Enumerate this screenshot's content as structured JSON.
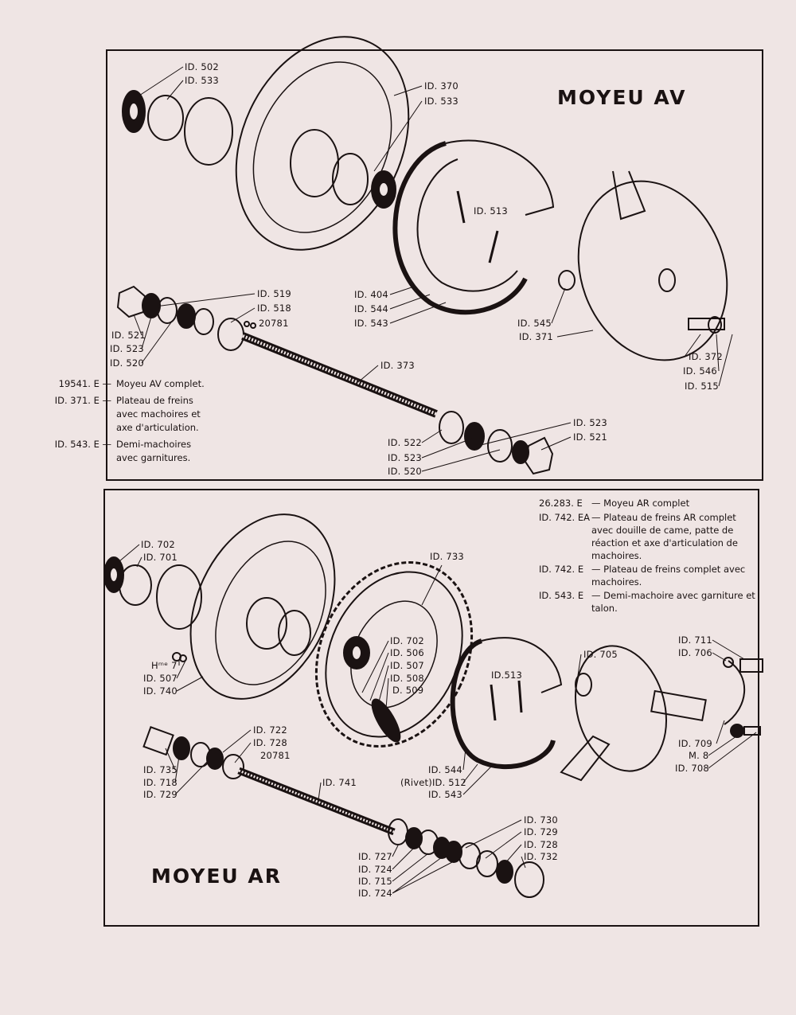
{
  "top": {
    "title": "MOYEU  AV",
    "labels": [
      "ID. 502",
      "ID. 533",
      "ID. 370",
      "ID. 533",
      "ID. 513",
      "ID. 519",
      "ID. 518",
      "20781",
      "ID. 521",
      "ID. 523",
      "ID. 520",
      "ID. 404",
      "ID. 544",
      "ID. 543",
      "ID. 545",
      "ID. 371",
      "ID. 372",
      "ID. 546",
      "ID. 515",
      "ID. 373",
      "ID. 523",
      "ID. 521",
      "ID. 522",
      "ID. 523",
      "ID. 520"
    ],
    "notes": [
      {
        "code": "19541. E —",
        "text": "Moyeu AV complet."
      },
      {
        "code": "ID. 371. E —",
        "text": "Plateau de freins avec machoires et axe d'articulation."
      },
      {
        "code": "ID. 543. E —",
        "text": "Demi-machoires avec garnitures."
      }
    ]
  },
  "bottom": {
    "title": "MOYEU  AR",
    "labels": [
      "ID. 702",
      "ID. 701",
      "ID. 733",
      "ID. 702",
      "ID. 506",
      "ID. 507",
      "ID. 508",
      "D. 509",
      "ID.513",
      "ID. 705",
      "ID. 711",
      "ID. 706",
      "Hᵐᵉ 7",
      "ID. 507",
      "ID. 740",
      "ID. 709",
      "M. 8",
      "ID. 708",
      "ID. 722",
      "ID. 728",
      "20781",
      "ID. 735",
      "ID. 718",
      "ID. 729",
      "ID. 544",
      "(Rivet)ID. 512",
      "ID. 543",
      "ID. 741",
      "ID. 730",
      "ID. 729",
      "ID. 728",
      "ID. 732",
      "ID. 727",
      "ID. 724",
      "ID. 715",
      "ID. 724"
    ],
    "notes": [
      {
        "code": "26.283. E",
        "text": "— Moyeu AR complet"
      },
      {
        "code": "ID. 742. EA",
        "text": "— Plateau de freins AR complet avec douille de came, patte de réaction et axe d'articulation de machoires."
      },
      {
        "code": "ID. 742. E",
        "text": "— Plateau de freins complet avec machoires."
      },
      {
        "code": "ID. 543. E",
        "text": "— Demi-machoire avec garniture et talon."
      }
    ]
  }
}
